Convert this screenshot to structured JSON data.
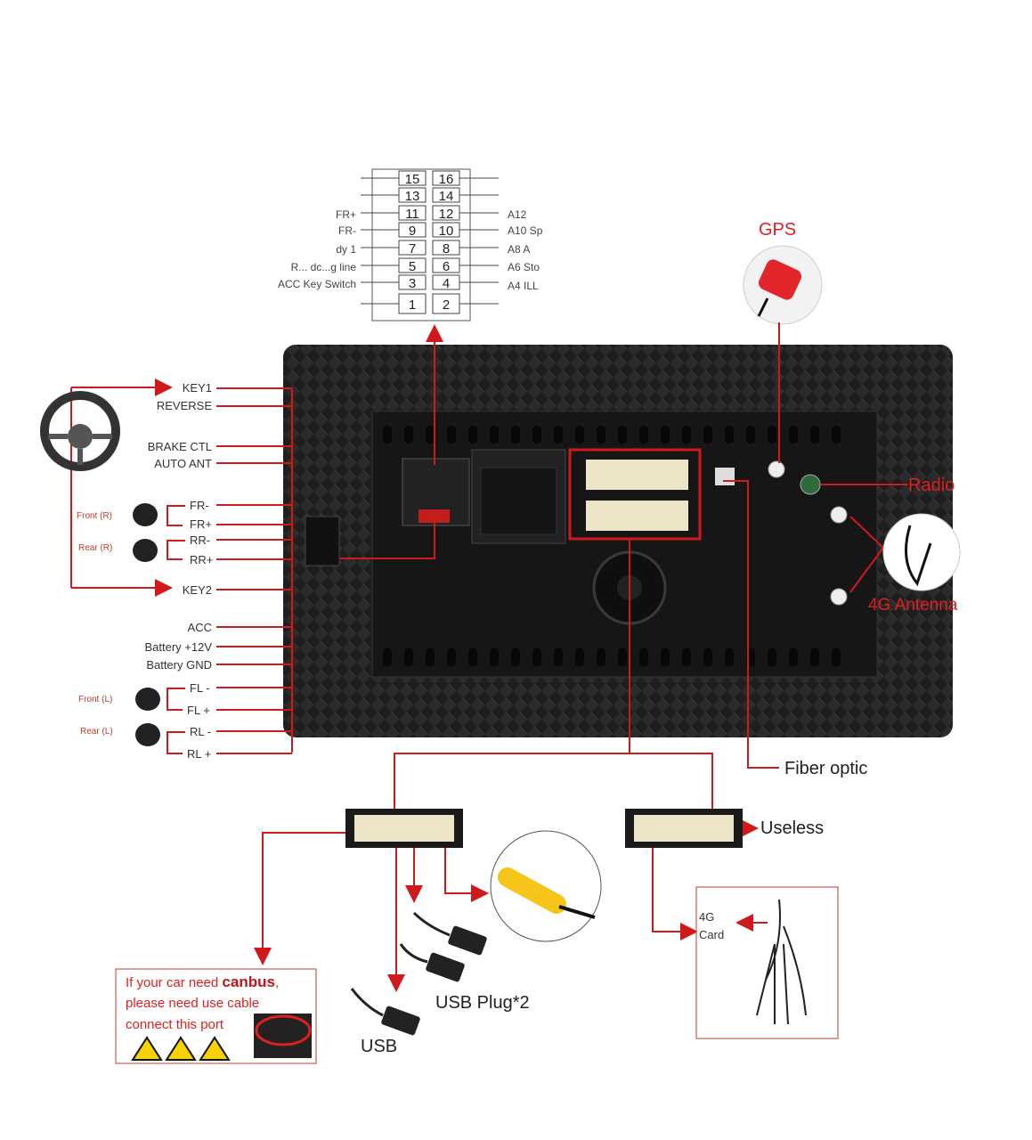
{
  "connector_pinout": {
    "pins_left": [
      "15",
      "13",
      "11",
      "9",
      "7",
      "5",
      "3",
      "1"
    ],
    "pins_right": [
      "16",
      "14",
      "12",
      "10",
      "8",
      "6",
      "4",
      "2"
    ],
    "left_labels": [
      "FR+",
      "FR-",
      "dy 1",
      "R... dc...g line",
      "ACC Key Switch"
    ],
    "right_labels": [
      "A12",
      "A10 Sp",
      "A8 A",
      "A6 Sto",
      "A4 ILL"
    ]
  },
  "wires_left": {
    "steering": [
      "KEY1",
      "REVERSE",
      "BRAKE CTL",
      "AUTO ANT"
    ],
    "right_speakers": [
      "FR-",
      "FR+",
      "RR-",
      "RR+"
    ],
    "key2": "KEY2",
    "power": [
      "ACC",
      "Battery +12V",
      "Battery GND"
    ],
    "left_speakers": [
      "FL -",
      "FL +",
      "RL -",
      "RL +"
    ]
  },
  "speaker_labels": [
    "Front (R)",
    "Rear (R)",
    "Front (L)",
    "Rear (L)"
  ],
  "callouts": {
    "gps": "GPS",
    "radio": "Radio",
    "antenna_4g": "4G Antenna",
    "fiber_optic": "Fiber optic",
    "useless": "Useless",
    "usb_plug": "USB Plug*2",
    "usb": "USB",
    "card_4g_line1": "4G",
    "card_4g_line2": "Card"
  },
  "canbus_note": {
    "line1_prefix": "If your car need ",
    "line1_bold": "canbus",
    "line1_suffix": ",",
    "line2": "please need use cable",
    "line3": "connect this port"
  },
  "colors": {
    "accent": "#e02020",
    "panel": "#1c1c1c"
  }
}
